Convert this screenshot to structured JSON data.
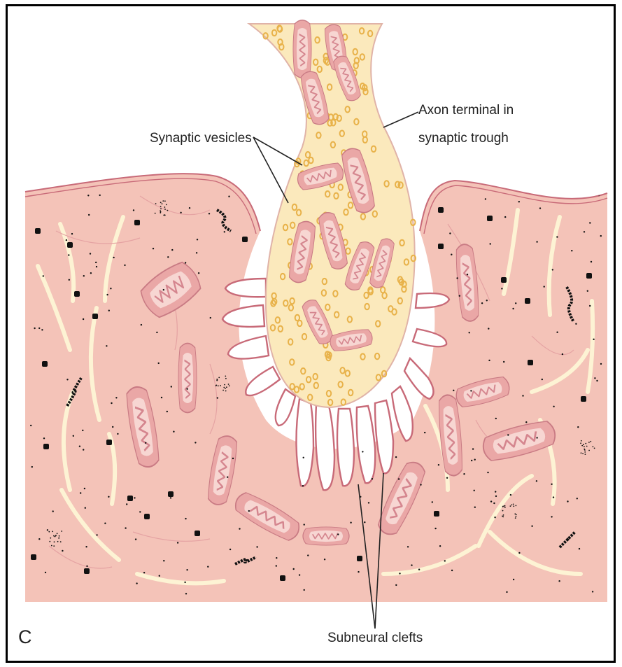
{
  "labels": {
    "synaptic_vesicles": "Synaptic vesicles",
    "axon_terminal_line1": "Axon terminal in",
    "axon_terminal_line2": "synaptic trough",
    "subneural_clefts": "Subneural clefts"
  },
  "panel_letter": "C",
  "colors": {
    "muscle": "#f4c3b8",
    "muscle_edge": "#c86a78",
    "axon": "#fbe9bc",
    "axon_edge": "#c86a78",
    "mitochondrion": "#eaa7a6",
    "mito_inner": "#f7d6d2",
    "vesicle": "#f1c76f",
    "fiber": "#fdf3d4",
    "granule": "#111111"
  }
}
